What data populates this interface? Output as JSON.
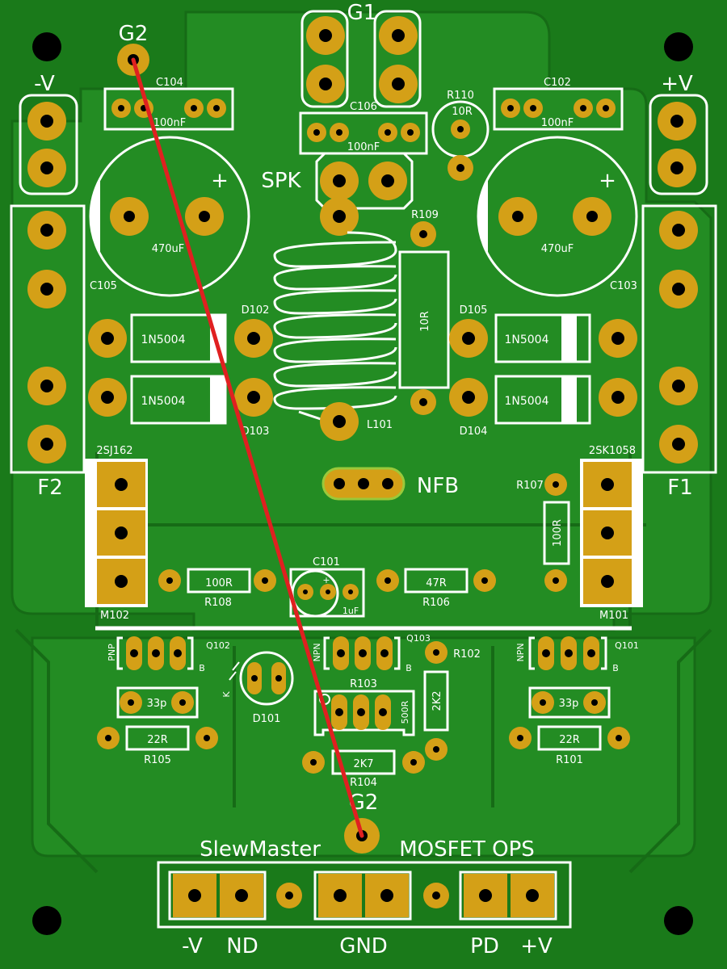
{
  "colors": {
    "board": "#1a7a1a",
    "copper": "#238c23",
    "copper_dark": "#166b16",
    "pad": "#d4a017",
    "silk": "#ffffff",
    "drill": "#000000",
    "wire": "#e02020"
  },
  "labels": {
    "g1": "G1",
    "g2_top": "G2",
    "g2_bottom": "G2",
    "neg_v": "-V",
    "pos_v": "+V",
    "spk": "SPK",
    "nfb": "NFB",
    "f1": "F1",
    "f2": "F2",
    "title_left": "SlewMaster",
    "title_right": "MOSFET OPS",
    "conn_negv": "-V",
    "conn_nd": "ND",
    "conn_gnd": "GND",
    "conn_pd": "PD",
    "conn_posv": "+V"
  },
  "components": {
    "c104": {
      "ref": "C104",
      "value": "100nF"
    },
    "c102": {
      "ref": "C102",
      "value": "100nF"
    },
    "c106": {
      "ref": "C106",
      "value": "100nF"
    },
    "r110": {
      "ref": "R110",
      "value": "10R"
    },
    "r109": {
      "ref": "R109",
      "value": "10R"
    },
    "c105": {
      "ref": "C105",
      "value": "470uF",
      "polarity": "+"
    },
    "c103": {
      "ref": "C103",
      "value": "470uF",
      "polarity": "+"
    },
    "d102": {
      "ref": "D102",
      "value": "1N5004"
    },
    "d103": {
      "ref": "D103",
      "value": "1N5004"
    },
    "d105": {
      "ref": "D105",
      "value": "1N5004"
    },
    "d104": {
      "ref": "D104",
      "value": "1N5004"
    },
    "l101": {
      "ref": "L101"
    },
    "m102": {
      "ref": "M102",
      "part": "2SJ162"
    },
    "m101": {
      "ref": "M101",
      "part": "2SK1058"
    },
    "r107": {
      "ref": "R107",
      "value": "100R"
    },
    "r108": {
      "ref": "R108",
      "value": "100R"
    },
    "c101": {
      "ref": "C101",
      "value": "1uF",
      "polarity": "+"
    },
    "r106": {
      "ref": "R106",
      "value": "47R"
    },
    "q102": {
      "ref": "Q102",
      "type": "PNP",
      "pin": "B"
    },
    "q103": {
      "ref": "Q103",
      "type": "NPN",
      "pin": "B"
    },
    "q101": {
      "ref": "Q101",
      "type": "NPN",
      "pin": "B"
    },
    "r102": {
      "ref": "R102",
      "value": "2K2"
    },
    "d101": {
      "ref": "D101",
      "pin_k": "K"
    },
    "r103": {
      "ref": "R103",
      "value": "500R"
    },
    "c_left_33p": {
      "value": "33p"
    },
    "c_right_33p": {
      "value": "33p"
    },
    "r105": {
      "ref": "R105",
      "value": "22R"
    },
    "r101": {
      "ref": "R101",
      "value": "22R"
    },
    "r104": {
      "ref": "R104",
      "value": "2K7"
    }
  }
}
